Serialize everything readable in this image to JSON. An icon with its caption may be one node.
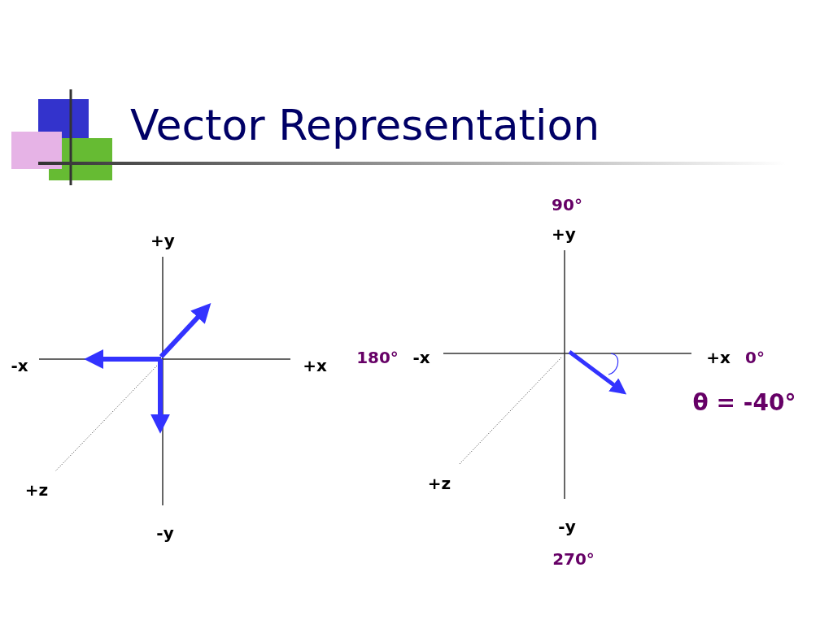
{
  "diagram": {
    "title": "Vector Representation",
    "labels": [
      "+y",
      "-x",
      "+x",
      "+z",
      "-y",
      "90°",
      "+y",
      "180°",
      "-x",
      "+x",
      "0°",
      "θ = -40°",
      "+z",
      "-y",
      "270°"
    ]
  }
}
